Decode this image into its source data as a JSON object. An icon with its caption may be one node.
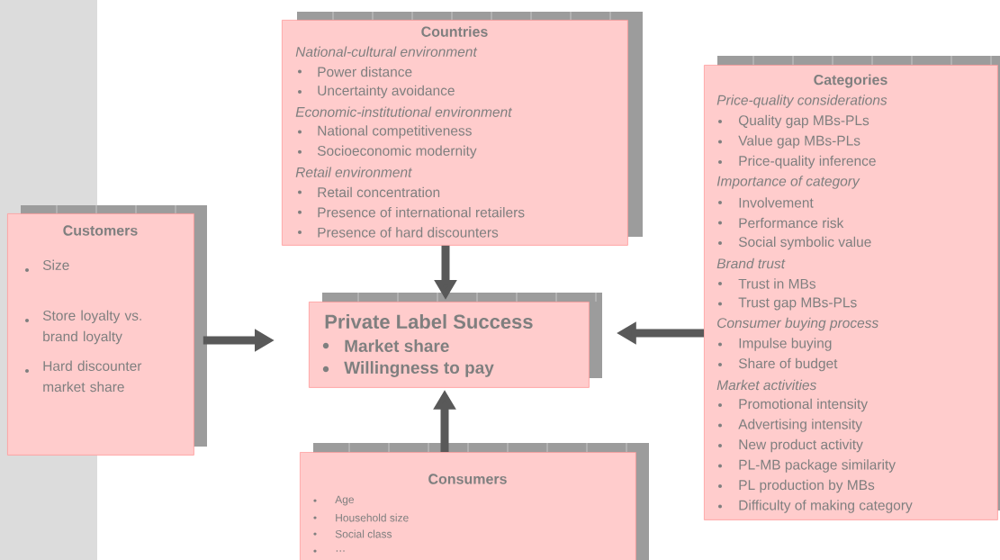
{
  "diagram": {
    "nodes": [
      {
        "text": [
          "Countries",
          "National-cultural environment",
          "Power distance",
          "Uncertainty avoidance",
          "Economic-institutional environment",
          "National competitiveness",
          "Socioeconomic modernity",
          "Retail environment",
          "Retail concentration",
          "Presence of international retailers",
          "Presence of hard discounters"
        ]
      },
      {
        "text": [
          "Customers",
          "Size",
          "Store loyalty vs. brand loyalty",
          "Hard discounter market share"
        ]
      },
      {
        "text": [
          "Private Label Success",
          "Market share",
          "Willingness to pay"
        ]
      },
      {
        "text": [
          "Categories",
          "Price-quality considerations",
          "Quality gap MBs-PLs",
          "Value gap MBs-PLs",
          "Price-quality inference",
          "Importance of category",
          "Involvement",
          "Performance risk",
          "Social symbolic value",
          "Brand trust",
          "Trust in MBs",
          "Trust gap MBs-PLs",
          "Consumer buying process",
          "Impulse buying",
          "Share of budget",
          "Market activities",
          "Promotional intensity",
          "Advertising intensity",
          "New product activity",
          "PL-MB package similarity",
          "PL production by MBs",
          "Difficulty of making category"
        ]
      },
      {
        "text": [
          "Consumers",
          "Age",
          "Household size",
          "Social class",
          "…"
        ]
      }
    ],
    "edges": [
      {
        "from": 1,
        "to": 2,
        "arrow": "to"
      },
      {
        "from": 0,
        "to": 2,
        "arrow": "to"
      },
      {
        "from": 3,
        "to": 2,
        "arrow": "to"
      },
      {
        "from": 4,
        "to": 2,
        "arrow": "to"
      }
    ]
  }
}
